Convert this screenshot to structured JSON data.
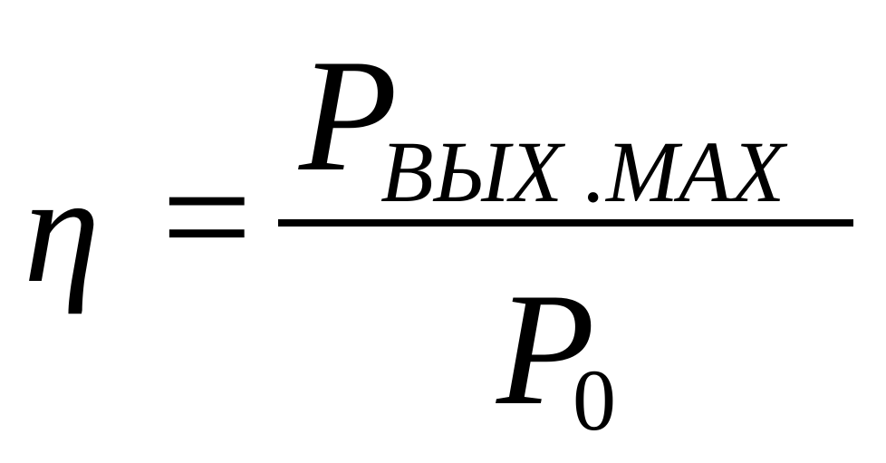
{
  "formula": {
    "lhs": "η",
    "operator": "=",
    "numerator": {
      "main": "P",
      "subscript": "ВЫХ .МАХ"
    },
    "denominator": {
      "main": "P",
      "subscript": "0"
    },
    "text_color": "#000000",
    "background_color": "#ffffff"
  }
}
